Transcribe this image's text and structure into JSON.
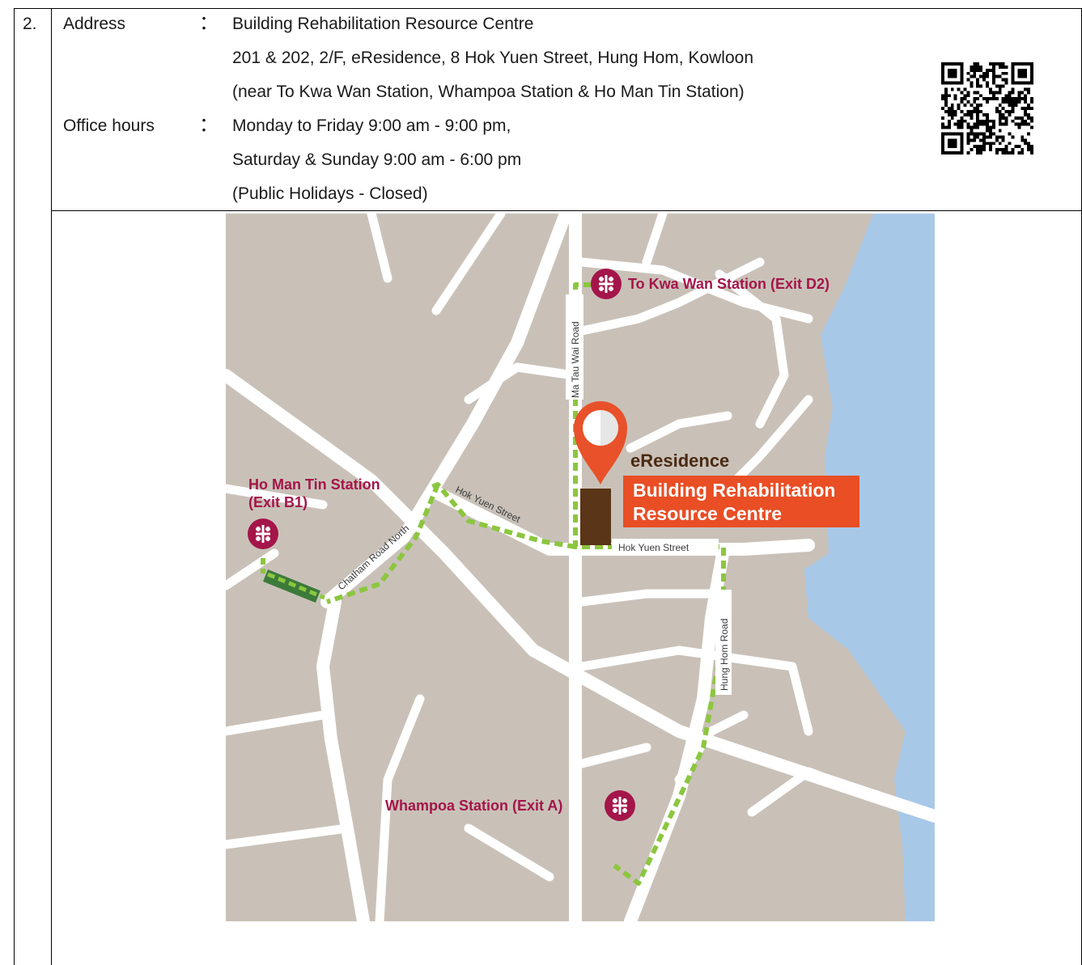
{
  "item": {
    "number": "2.",
    "address_label": "Address",
    "colon": "：",
    "address_lines": [
      "Building Rehabilitation Resource Centre",
      "201 & 202, 2/F, eResidence, 8 Hok Yuen Street, Hung Hom, Kowloon",
      "(near To Kwa Wan Station, Whampoa Station & Ho Man Tin Station)"
    ],
    "hours_label": "Office hours",
    "hours_lines": [
      "Monday to Friday 9:00 am - 9:00 pm,",
      "Saturday & Sunday 9:00 am - 6:00 pm",
      "(Public Holidays - Closed)"
    ]
  },
  "map": {
    "stations": {
      "to_kwa_wan": "To Kwa Wan Station (Exit D2)",
      "ho_man_tin_1": "Ho Man Tin Station",
      "ho_man_tin_2": "(Exit B1)",
      "whampoa": "Whampoa Station (Exit A)"
    },
    "roads": {
      "ma_tau_wai": "Ma Tau Wai Road",
      "hok_yuen_1": "Hok Yuen Street",
      "hok_yuen_2": "Hok Yuen Street",
      "chatham": "Chatham Road North",
      "hung_hom": "Hung Hom Road"
    },
    "building": "eResidence",
    "centre_1": "Building Rehabilitation",
    "centre_2": "Resource Centre",
    "colors": {
      "land": "#c9c1b8",
      "road": "#ffffff",
      "water": "#a8c8e8",
      "route": "#8cc63f",
      "station": "#a4154a",
      "pin": "#e8512a",
      "building": "#5a3518",
      "label_box": "#e94e25"
    }
  }
}
